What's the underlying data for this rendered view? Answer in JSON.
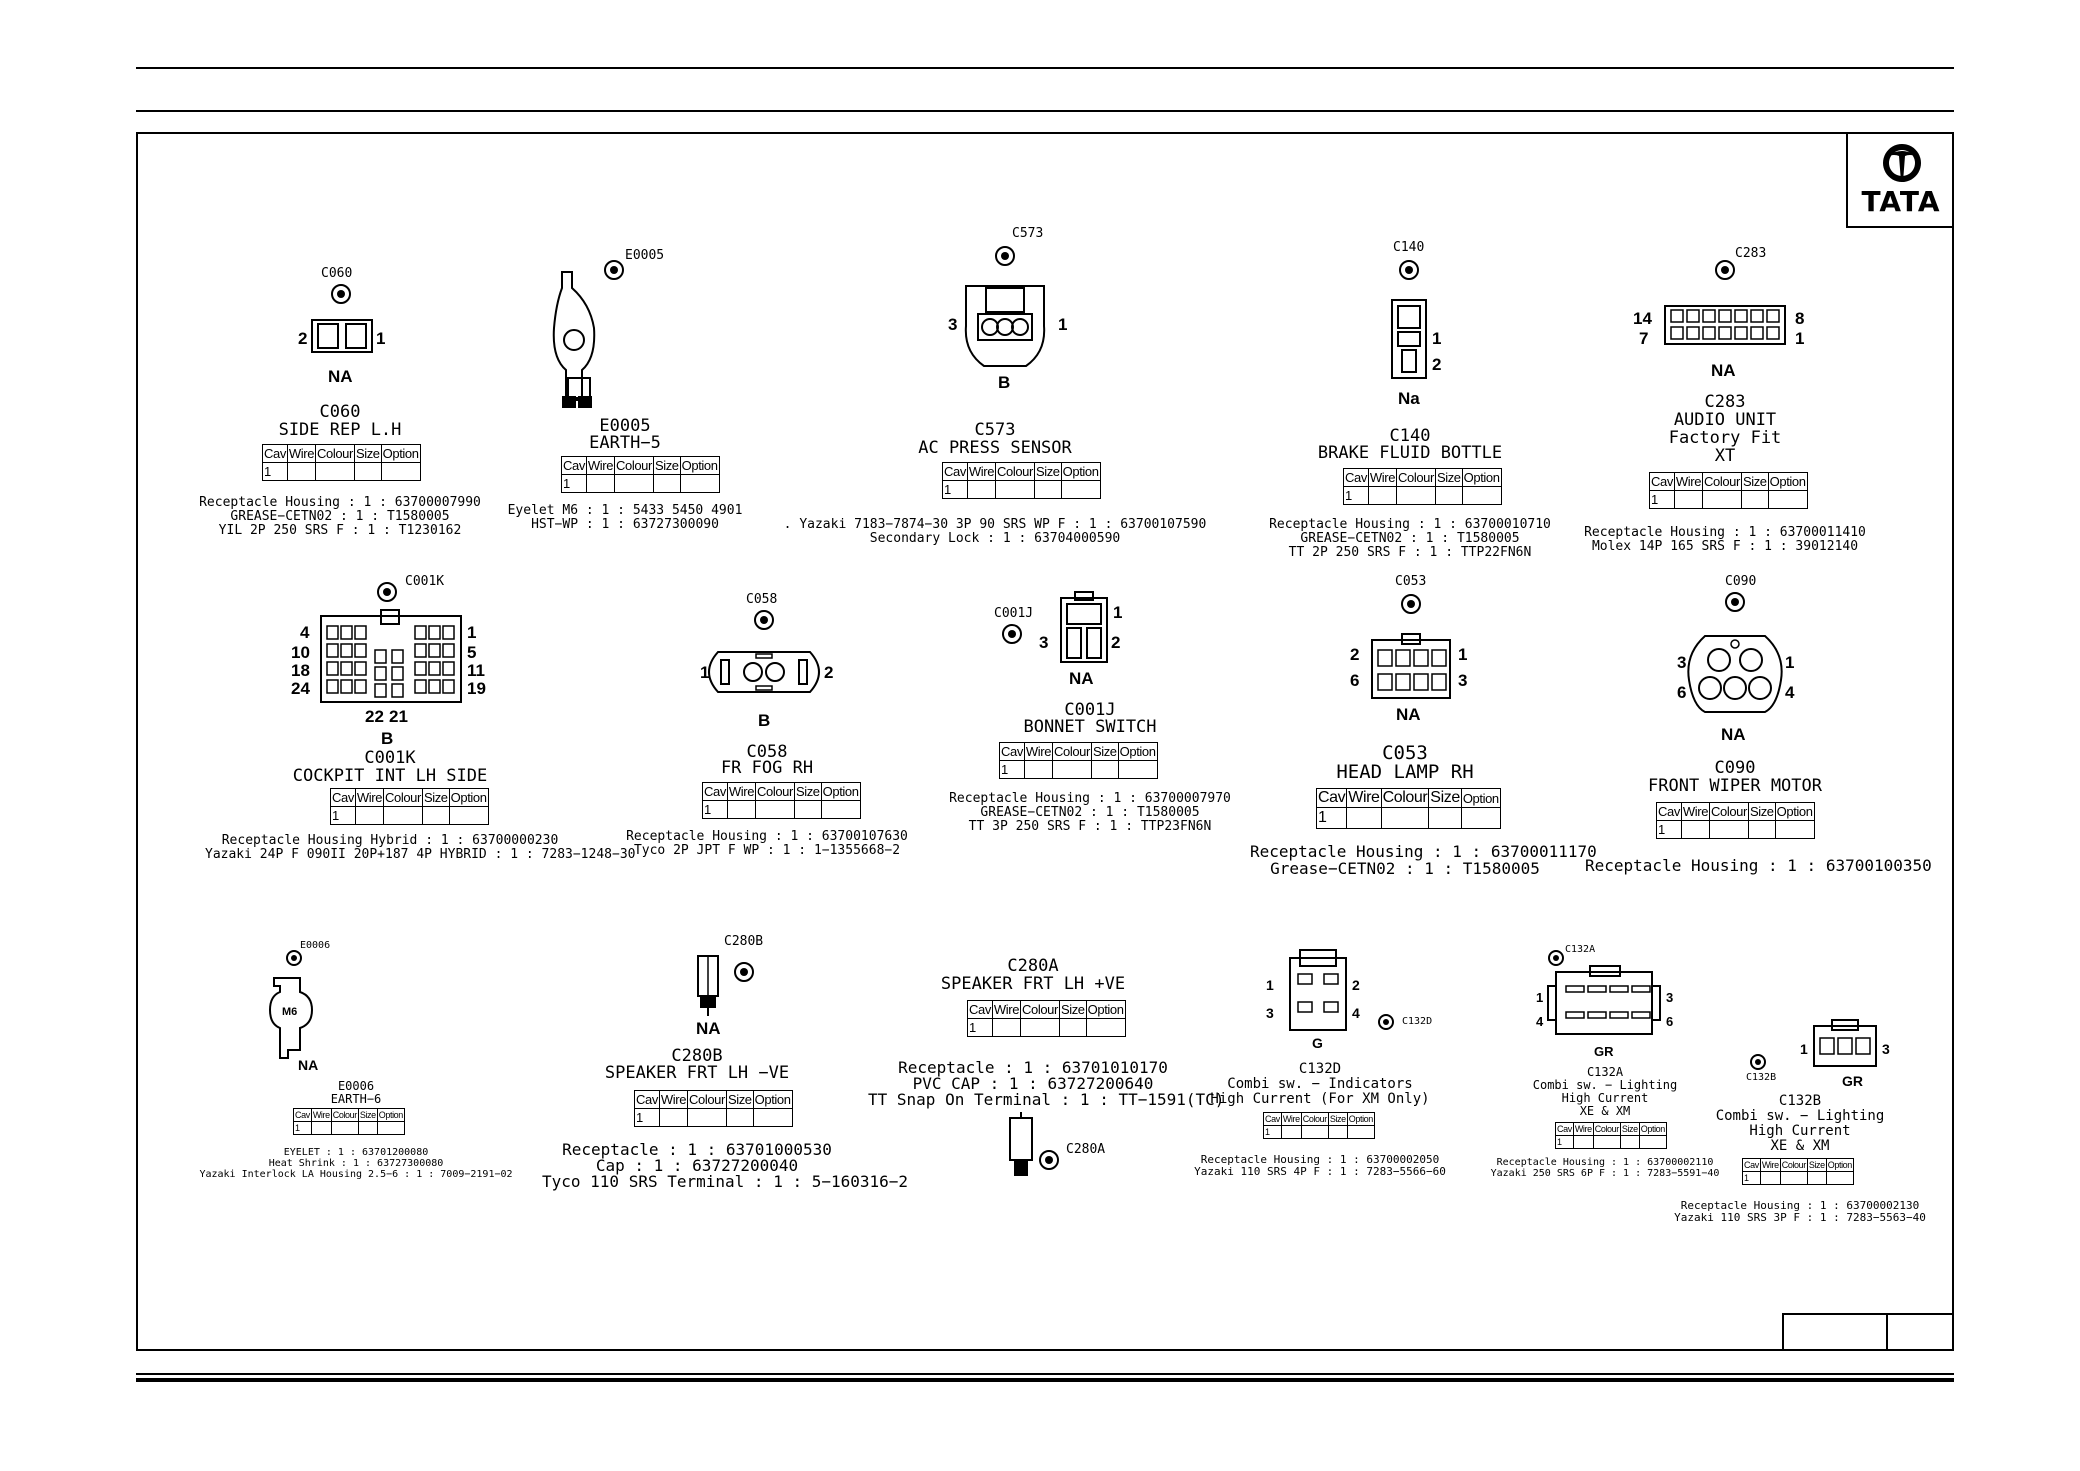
{
  "brand": "TATA",
  "table_headers": [
    "Cav",
    "Wire",
    "Colour",
    "Size",
    "Option"
  ],
  "connectors": {
    "c060": {
      "ref": "C060",
      "name": "C060",
      "desc": "SIDE REP L.H",
      "code": "NA",
      "pins": [
        "2",
        "1"
      ],
      "cav": "1",
      "parts": [
        "Receptacle Housing : 1 : 63700007990",
        "GREASE−CETN02 : 1 : T1580005",
        "YIL 2P 250 SRS F : 1 : T1230162"
      ]
    },
    "e0005": {
      "ref": "E0005",
      "name": "E0005",
      "desc": "EARTH−5",
      "cav": "1",
      "parts": [
        "Eyelet M6 : 1 : 5433 5450 4901",
        "HST−WP : 1 : 63727300090"
      ]
    },
    "c573": {
      "ref": "C573",
      "name": "C573",
      "desc": "AC PRESS SENSOR",
      "code": "B",
      "pins": [
        "3",
        "1"
      ],
      "cav": "1",
      "parts": [
        ". Yazaki 7183−7874−30 3P 90 SRS WP F : 1 : 63700107590",
        "Secondary Lock : 1 : 63704000590"
      ]
    },
    "c140": {
      "ref": "C140",
      "name": "C140",
      "desc": "BRAKE FLUID BOTTLE",
      "code": "Na",
      "pins": [
        "1",
        "2"
      ],
      "cav": "1",
      "parts": [
        "Receptacle Housing : 1 : 63700010710",
        "GREASE−CETN02 : 1 : T1580005",
        "TT 2P 250 SRS F : 1 : TTP22FN6N"
      ]
    },
    "c283": {
      "ref": "C283",
      "name": "C283",
      "desc": "AUDIO UNIT",
      "desc2": "Factory Fit",
      "desc3": "XT",
      "code": "NA",
      "pins": [
        "14",
        "8",
        "7",
        "1"
      ],
      "cav": "1",
      "parts": [
        "Receptacle Housing : 1 : 63700011410",
        "Molex 14P 165 SRS F : 1 : 39012140"
      ]
    },
    "c001k": {
      "ref": "C001K",
      "name": "C001K",
      "desc": "COCKPIT INT LH SIDE",
      "code": "B",
      "pins": [
        "4",
        "1",
        "10",
        "5",
        "18",
        "11",
        "24",
        "19",
        "22",
        "21"
      ],
      "cav": "1",
      "parts": [
        "Receptacle Housing Hybrid : 1 : 63700000230",
        "Yazaki 24P F 090II 20P+187 4P HYBRID : 1 : 7283−1248−30"
      ]
    },
    "c058": {
      "ref": "C058",
      "name": "C058",
      "desc": "FR FOG RH",
      "code": "B",
      "pins": [
        "1",
        "2"
      ],
      "cav": "1",
      "parts": [
        "Receptacle Housing : 1 : 63700107630",
        "Tyco 2P JPT F WP : 1 : 1−1355668−2"
      ]
    },
    "c001j": {
      "ref": "C001J",
      "name": "C001J",
      "desc": "BONNET SWITCH",
      "code": "NA",
      "pins": [
        "1",
        "3",
        "2"
      ],
      "cav": "1",
      "parts": [
        "Receptacle Housing : 1 : 63700007970",
        "GREASE−CETN02 : 1 : T1580005",
        "TT 3P 250 SRS F : 1 : TTP23FN6N"
      ]
    },
    "c053": {
      "ref": "C053",
      "name": "C053",
      "desc": "HEAD LAMP RH",
      "code": "NA",
      "pins": [
        "2",
        "1",
        "6",
        "3"
      ],
      "cav": "1",
      "parts": [
        "Receptacle Housing : 1 : 63700011170",
        "Grease−CETN02 : 1 : T1580005"
      ]
    },
    "c090": {
      "ref": "C090",
      "name": "C090",
      "desc": "FRONT WIPER MOTOR",
      "code": "NA",
      "pins": [
        "3",
        "1",
        "6",
        "4"
      ],
      "cav": "1",
      "parts": [
        "Receptacle Housing : 1 : 63700100350"
      ]
    },
    "e0006": {
      "ref": "E0006",
      "name": "E0006",
      "desc": "EARTH−6",
      "code": "NA",
      "stamp": "M6",
      "cav": "1",
      "parts": [
        "EYELET : 1 : 63701200080",
        "Heat Shrink : 1 : 63727300080",
        "Yazaki Interlock LA Housing 2.5−6 : 1 : 7009−2191−02"
      ]
    },
    "c280b": {
      "ref": "C280B",
      "name": "C280B",
      "desc": "SPEAKER FRT LH −VE",
      "code": "NA",
      "cav": "1",
      "parts": [
        "Receptacle : 1 : 63701000530",
        "Cap : 1 : 63727200040",
        "Tyco 110 SRS Terminal : 1 : 5−160316−2"
      ]
    },
    "c280a": {
      "ref": "C280A",
      "name": "C280A",
      "desc": "SPEAKER FRT LH +VE",
      "cav": "1",
      "parts": [
        "Receptacle : 1 : 63701010170",
        "PVC CAP : 1 : 63727200640",
        "TT Snap On Terminal : 1 : TT−1591(TC)"
      ]
    },
    "c132d": {
      "ref": "C132D",
      "name": "C132D",
      "desc": "Combi sw. − Indicators",
      "desc2": "High Current (For XM Only)",
      "code": "G",
      "pins": [
        "1",
        "2",
        "3",
        "4"
      ],
      "cav": "1",
      "parts": [
        "Receptacle Housing : 1 : 63700002050",
        "Yazaki 110 SRS 4P F : 1 : 7283−5566−60"
      ]
    },
    "c132a": {
      "ref": "C132A",
      "name": "C132A",
      "desc": "Combi sw. − Lighting",
      "desc2": "High Current",
      "desc3": "XE & XM",
      "code": "GR",
      "pins": [
        "1",
        "3",
        "4",
        "6"
      ],
      "cav": "1",
      "parts": [
        "Receptacle Housing : 1 : 63700002110",
        "Yazaki 250 SRS 6P F : 1 : 7283−5591−40"
      ]
    },
    "c132b": {
      "ref": "C132B",
      "name": "C132B",
      "desc": "Combi sw. − Lighting",
      "desc2": "High Current",
      "desc3": "XE & XM",
      "code": "GR",
      "pins": [
        "1",
        "3"
      ],
      "cav": "1",
      "parts": [
        "Receptacle Housing : 1 : 63700002130",
        "Yazaki 110 SRS 3P F : 1 : 7283−5563−40"
      ]
    }
  }
}
